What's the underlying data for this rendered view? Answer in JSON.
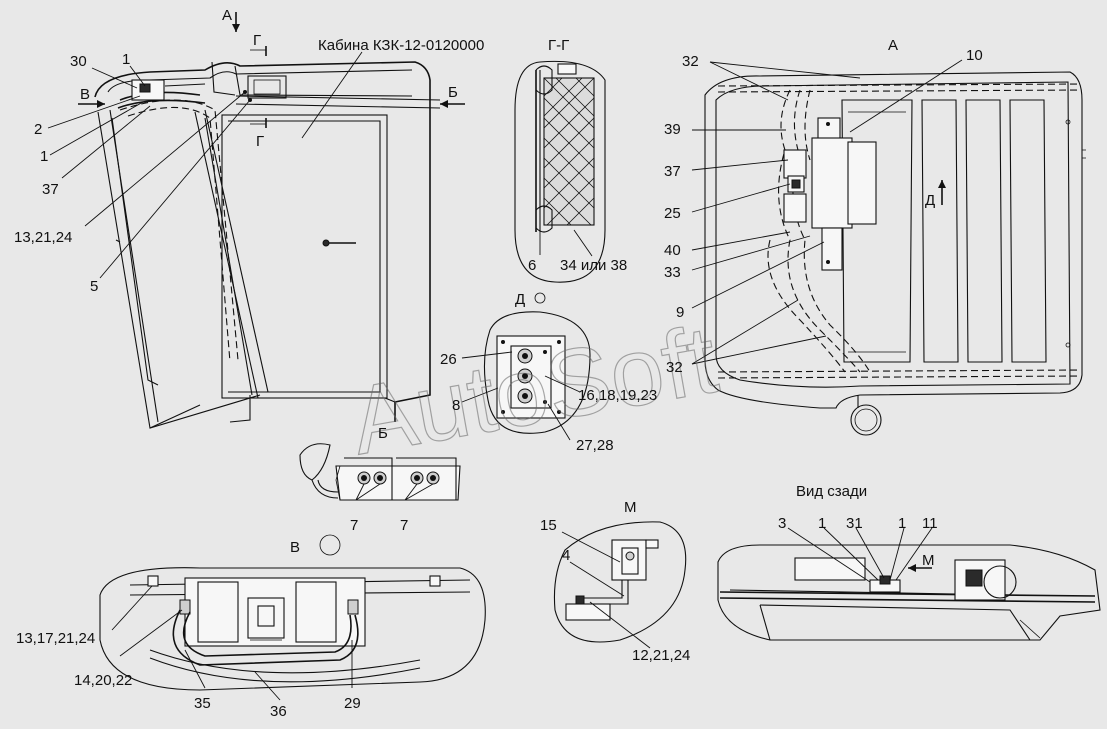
{
  "watermark": "AutoSoft",
  "views": {
    "main_title": "Кабина КЗК-12-0120000",
    "view_a_arrow": "А",
    "section_g_arrow_top": "Г",
    "section_g_arrow_bottom": "Г",
    "view_b_arrow": "Б",
    "view_v_arrow": "В",
    "section_gg": "Г-Г",
    "view_a": "А",
    "view_d_arrow": "Д",
    "view_d": "Д",
    "view_b": "Б",
    "view_v": "В",
    "view_m": "М",
    "view_m_arrow": "М",
    "rear_view": "Вид сзади"
  },
  "labels": {
    "main": [
      "30",
      "1",
      "2",
      "1",
      "37",
      "13,21,24",
      "5"
    ],
    "section_gg": [
      "6",
      "34 или 38"
    ],
    "view_a": [
      "32",
      "10",
      "39",
      "37",
      "25",
      "40",
      "33",
      "9",
      "32"
    ],
    "view_d": [
      "26",
      "8",
      "16,18,19,23",
      "27,28"
    ],
    "view_b": [
      "7",
      "7"
    ],
    "view_m": [
      "15",
      "4",
      "12,21,24"
    ],
    "rear": [
      "3",
      "1",
      "31",
      "1",
      "11"
    ],
    "view_v": [
      "13,17,21,24",
      "14,20,22",
      "35",
      "36",
      "29"
    ]
  }
}
